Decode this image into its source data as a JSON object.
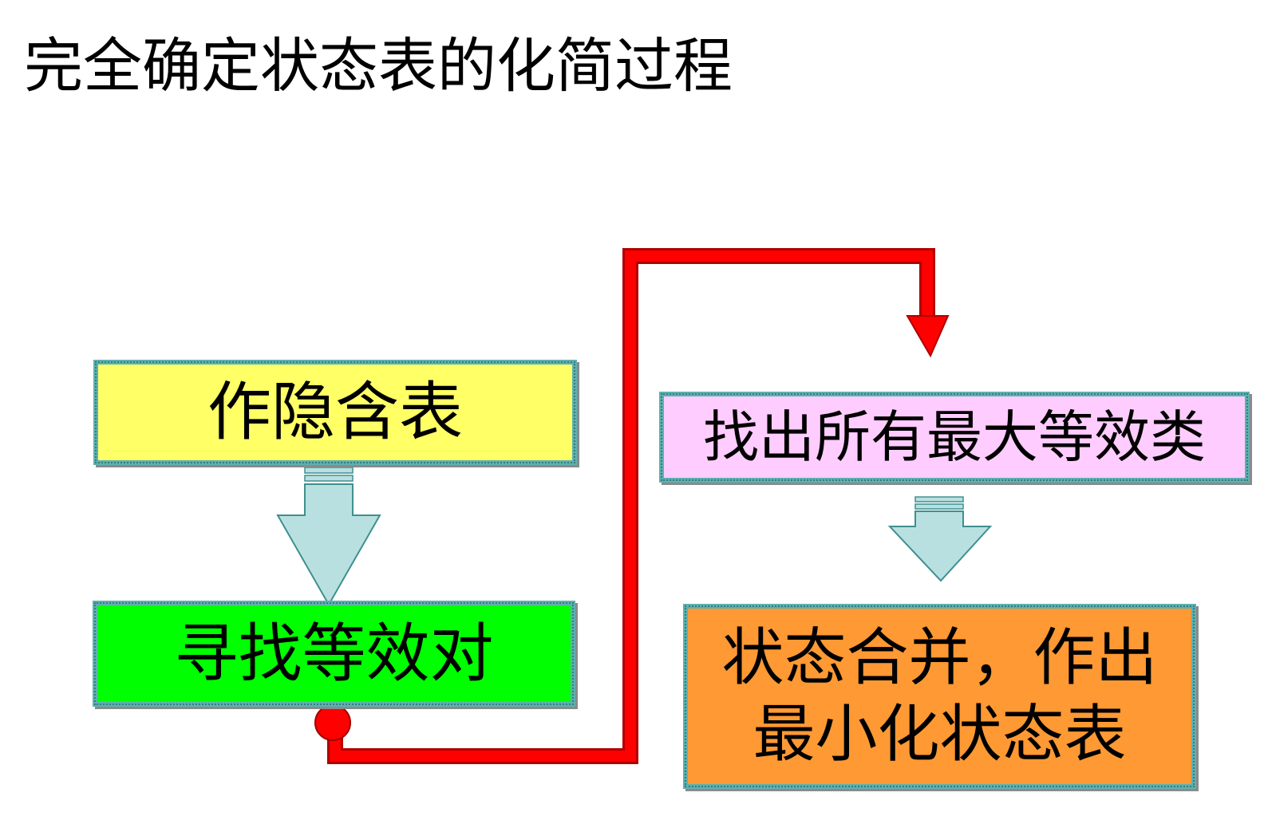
{
  "title": "完全确定状态表的化简过程",
  "steps": {
    "build_implicant_table": "作隐含表",
    "find_equivalent_pairs": "寻找等效对",
    "find_max_equivalence_classes": "找出所有最大等效类",
    "merge_states": "状态合并，作出\n最小化状态表"
  },
  "colors": {
    "box_implicant": "#ffff66",
    "box_pairs": "#00ff00",
    "box_classes": "#ffccff",
    "box_merge": "#ff9933",
    "box_border": "#5fb0b0",
    "down_arrow": "#b9e0e0",
    "red_connector": "#ff0000"
  }
}
